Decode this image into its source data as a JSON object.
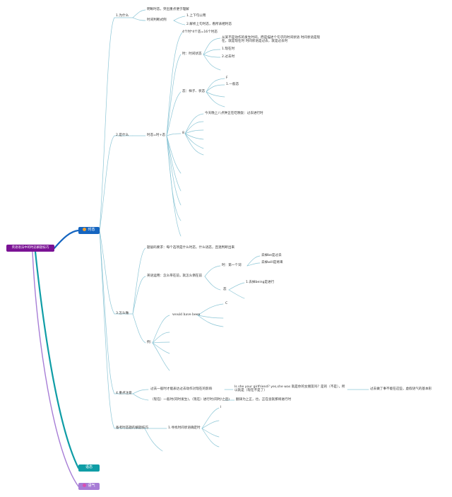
{
  "root": {
    "label": "英语语法中的时态解题技巧"
  },
  "mains": [
    {
      "label": "时态",
      "color": "#1565c0",
      "icon": "emoji-badge-icon",
      "icon_color": "#f0a030"
    },
    {
      "label": "语态",
      "color": "#0f9da6"
    },
    {
      "label": "语气",
      "color": "#a77dd6",
      "icon": "flower-icon",
      "icon_color": "#d94fb1"
    }
  ],
  "sections": {
    "why": {
      "label": "1.为什么",
      "a": "明晰时态，突出重点便于理解",
      "b": "时间判断式例",
      "b1": "1.上下句公用",
      "b2": "2.解析上句时态，看所表相时态"
    },
    "what": {
      "label": "2.是什么",
      "formula": "时态=时+态",
      "count": "4个时*4个态=16个时态",
      "shi": {
        "label": "时：时间状态",
        "desc": "从某不是动作的发生时间，而是描述个句子的时间状语 时间状语是现在，就是现在时 时间状语是过去，就是过去时",
        "i1": "1.现在时",
        "i2": "2.过去时"
      },
      "tai": {
        "label": "态：样子、状态",
        "i0": "F",
        "i1": "1.一般态"
      },
      "ex": {
        "label": "8",
        "text": "今天晚上八点钟正在吃晚饭：过去进行时"
      }
    },
    "how": {
      "label": "3.怎么做",
      "a": "题层码要求：每个选项是什么时态，什么语态，且逐判断出来",
      "b": "英语运用：怎么带在前，就怎么倒在前",
      "b_shi": "时：第一个词",
      "b_shi1": "去掉be是过去",
      "b_shi2": "去掉will是将来",
      "b_tai": "态",
      "b_tai1": "1.去掉being是进行",
      "c": "例：",
      "c1": "would have been",
      "c0": "C"
    },
    "attention": {
      "label": "4.重点注意",
      "a": "过去一般时才能表达过去动作对现在的影响",
      "a1": "Is she your girlfriend? yes,she was 就是你的女朋友吗？是的（不是），所以就是（现在不是了）",
      "a2": "过去做了事不能在这些，虚假语气的基本形",
      "b": "（现在）一般时(同时发生)，（现在）进行时(同时/之后)",
      "b1": "翻译为上正，也，正在含就那将进行时"
    },
    "exam": {
      "label": "备考时态题的解题技巧",
      "a": "1.寻找时间状语确定时",
      "a0": "I"
    }
  }
}
